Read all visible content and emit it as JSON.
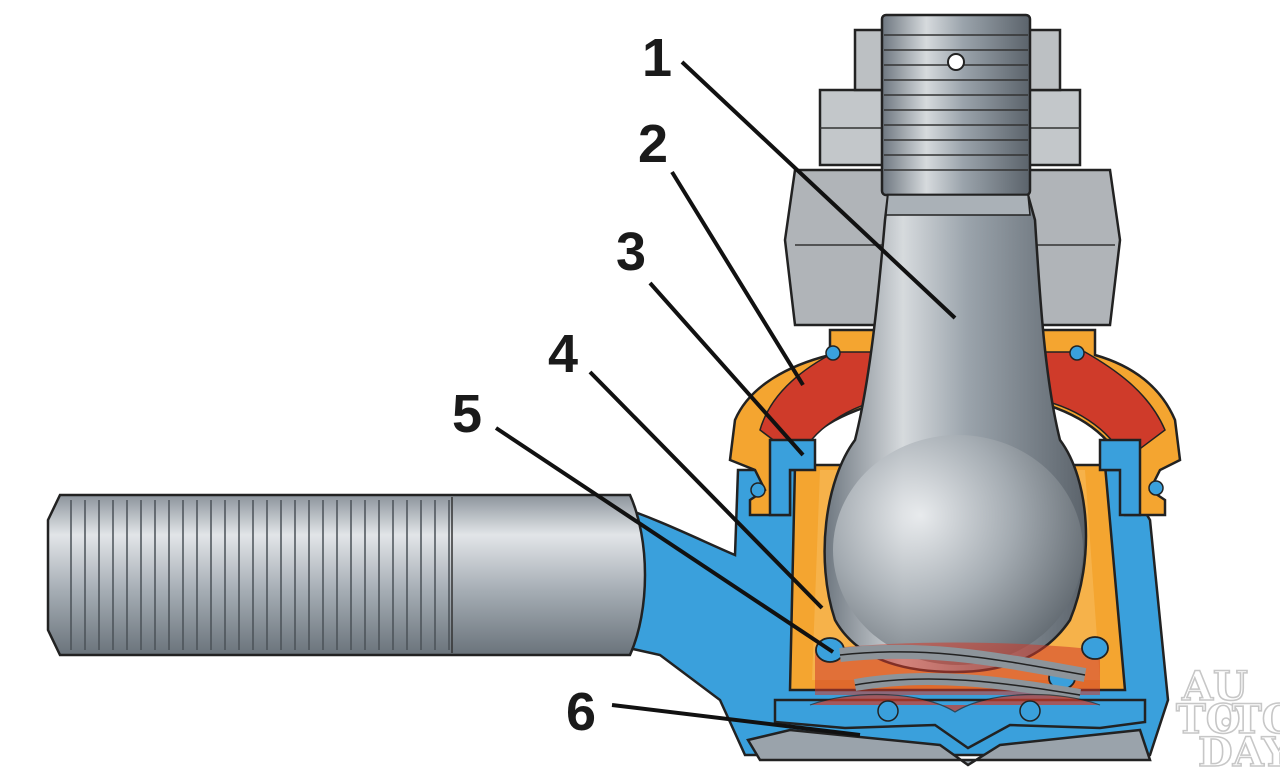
{
  "callouts": [
    {
      "label": "1"
    },
    {
      "label": "2"
    },
    {
      "label": "3"
    },
    {
      "label": "4"
    },
    {
      "label": "5"
    },
    {
      "label": "6"
    }
  ],
  "watermark": {
    "line1": "AU",
    "line2a": "TO",
    "line2b": "TO",
    "line3": "DAY"
  },
  "colors": {
    "housing": "#3aa0dc",
    "insert": "#f4a530",
    "boot_inner": "#cf3b2a",
    "steel": "#9aa3ab",
    "nut": "#b0b4b8"
  }
}
